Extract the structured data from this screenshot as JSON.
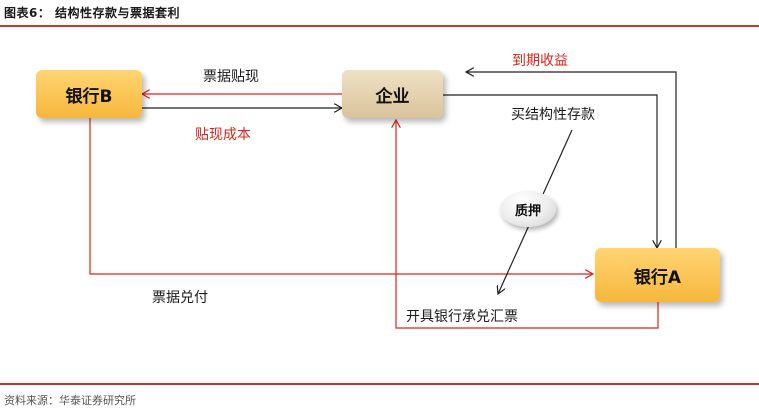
{
  "figure": {
    "title": "图表6：  结构性存款与票据套利",
    "source": "资料来源：华泰证券研究所"
  },
  "nodes": {
    "bank_b": "银行B",
    "enterprise": "企业",
    "bank_a": "银行A",
    "pledge": "质押"
  },
  "edge_labels": {
    "bill_discount": "票据贴现",
    "discount_cost": "贴现成本",
    "maturity_income": "到期收益",
    "buy_structured_deposit": "买结构性存款",
    "bill_acceptance": "票据兑付",
    "bank_acceptance_bill": "开具银行承兑汇票"
  },
  "colors": {
    "accent_red": "#d9261c",
    "rule_red": "#c0392b",
    "bank_fill": "#f6b73c",
    "enterprise_fill": "#dac39c"
  }
}
